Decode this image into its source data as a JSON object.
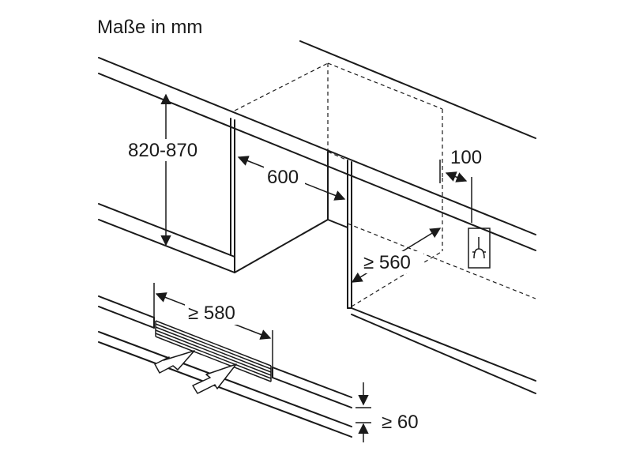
{
  "title": "Maße in mm",
  "dimensions": {
    "height": "820-870",
    "depth": "600",
    "socket_offset": "100",
    "min_depth": "≥ 560",
    "vent_width": "≥ 580",
    "plinth_gap": "≥ 60"
  },
  "icons": [
    "socket-icon",
    "airflow-out-arrow-icon",
    "airflow-in-arrow-icon"
  ]
}
